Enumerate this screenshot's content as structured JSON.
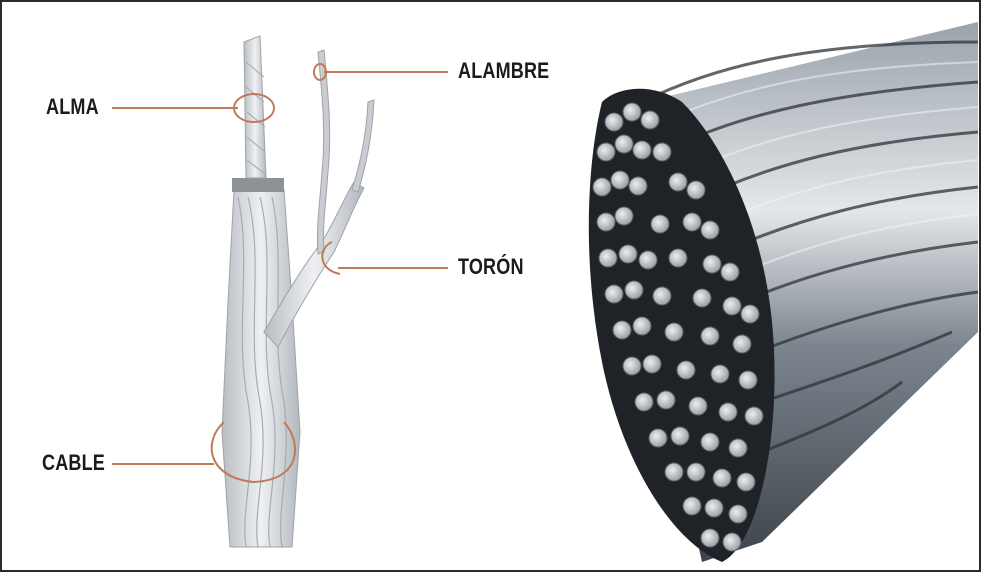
{
  "labels": {
    "alma": "ALMA",
    "alambre": "ALAMBRE",
    "toron": "TORÓN",
    "cable": "CABLE"
  },
  "colors": {
    "leader_line": "#c07a5a",
    "wire_light": "#d6d9dc",
    "wire_dark": "#3a3f45",
    "cable_body": "#6e7780"
  }
}
